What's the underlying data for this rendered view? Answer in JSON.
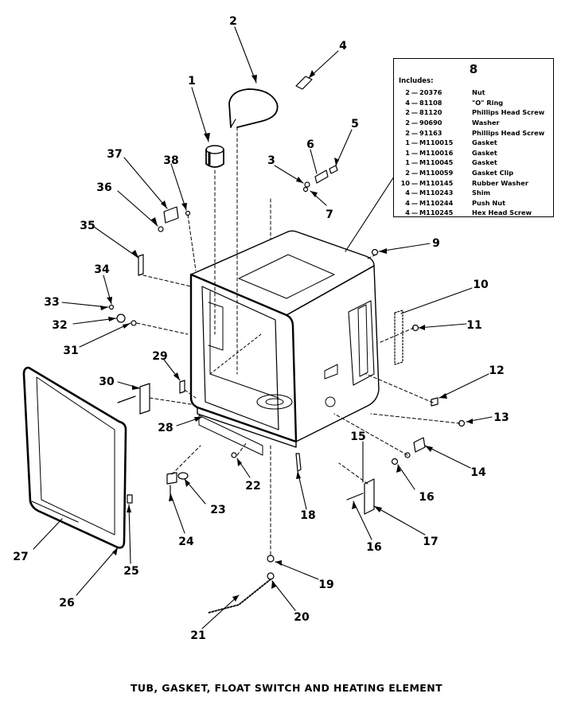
{
  "callouts": [
    "1",
    "2",
    "3",
    "4",
    "5",
    "6",
    "7",
    "8",
    "9",
    "10",
    "11",
    "12",
    "13",
    "14",
    "15",
    "16",
    "17",
    "18",
    "19",
    "20",
    "21",
    "22",
    "23",
    "24",
    "25",
    "26",
    "27",
    "28",
    "29",
    "30",
    "31",
    "32",
    "33",
    "34",
    "35",
    "36",
    "37",
    "38"
  ],
  "callout_extra": {
    "sixteen_b": "16"
  },
  "includes_box": {
    "number": "8",
    "heading": "Includes:",
    "parts": [
      {
        "qty": "2",
        "part": "20376",
        "desc": "Nut"
      },
      {
        "qty": "4",
        "part": "81108",
        "desc": "\"O\" Ring"
      },
      {
        "qty": "2",
        "part": "81120",
        "desc": "Phillips Head Screw"
      },
      {
        "qty": "2",
        "part": "90690",
        "desc": "Washer"
      },
      {
        "qty": "2",
        "part": "91163",
        "desc": "Phillips Head Screw"
      },
      {
        "qty": "1",
        "part": "M110015",
        "desc": "Gasket"
      },
      {
        "qty": "1",
        "part": "M110016",
        "desc": "Gasket"
      },
      {
        "qty": "1",
        "part": "M110045",
        "desc": "Gasket"
      },
      {
        "qty": "2",
        "part": "M110059",
        "desc": "Gasket Clip"
      },
      {
        "qty": "10",
        "part": "M110145",
        "desc": "Rubber Washer"
      },
      {
        "qty": "4",
        "part": "M110243",
        "desc": "Shim"
      },
      {
        "qty": "4",
        "part": "M110244",
        "desc": "Push Nut"
      },
      {
        "qty": "4",
        "part": "M110245",
        "desc": "Hex Head Screw"
      }
    ]
  },
  "caption": "TUB, GASKET, FLOAT SWITCH AND HEATING ELEMENT"
}
